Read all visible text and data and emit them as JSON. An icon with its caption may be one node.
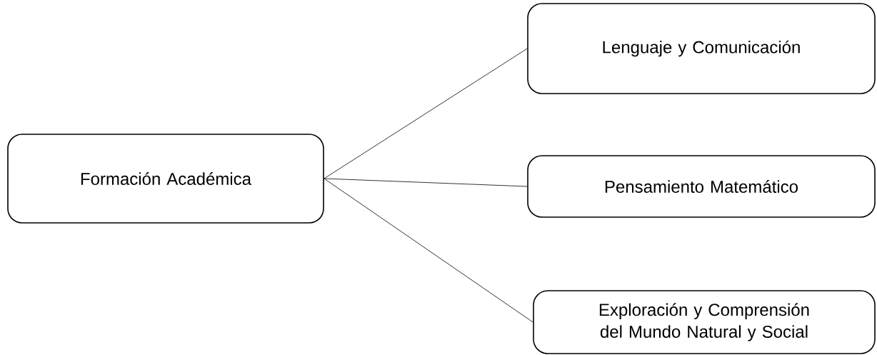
{
  "diagram": {
    "nodes": [
      {
        "text": [
          "Formación Académica"
        ]
      },
      {
        "text": [
          "Lenguaje y Comunicación"
        ]
      },
      {
        "text": [
          "Pensamiento Matemático"
        ]
      },
      {
        "text": [
          "Exploración y Comprensión del Mundo Natural y Social"
        ]
      }
    ],
    "edges": [
      {
        "from": 0,
        "to": 1,
        "arrow": "none"
      },
      {
        "from": 0,
        "to": 2,
        "arrow": "none"
      },
      {
        "from": 0,
        "to": 3,
        "arrow": "none"
      }
    ]
  }
}
